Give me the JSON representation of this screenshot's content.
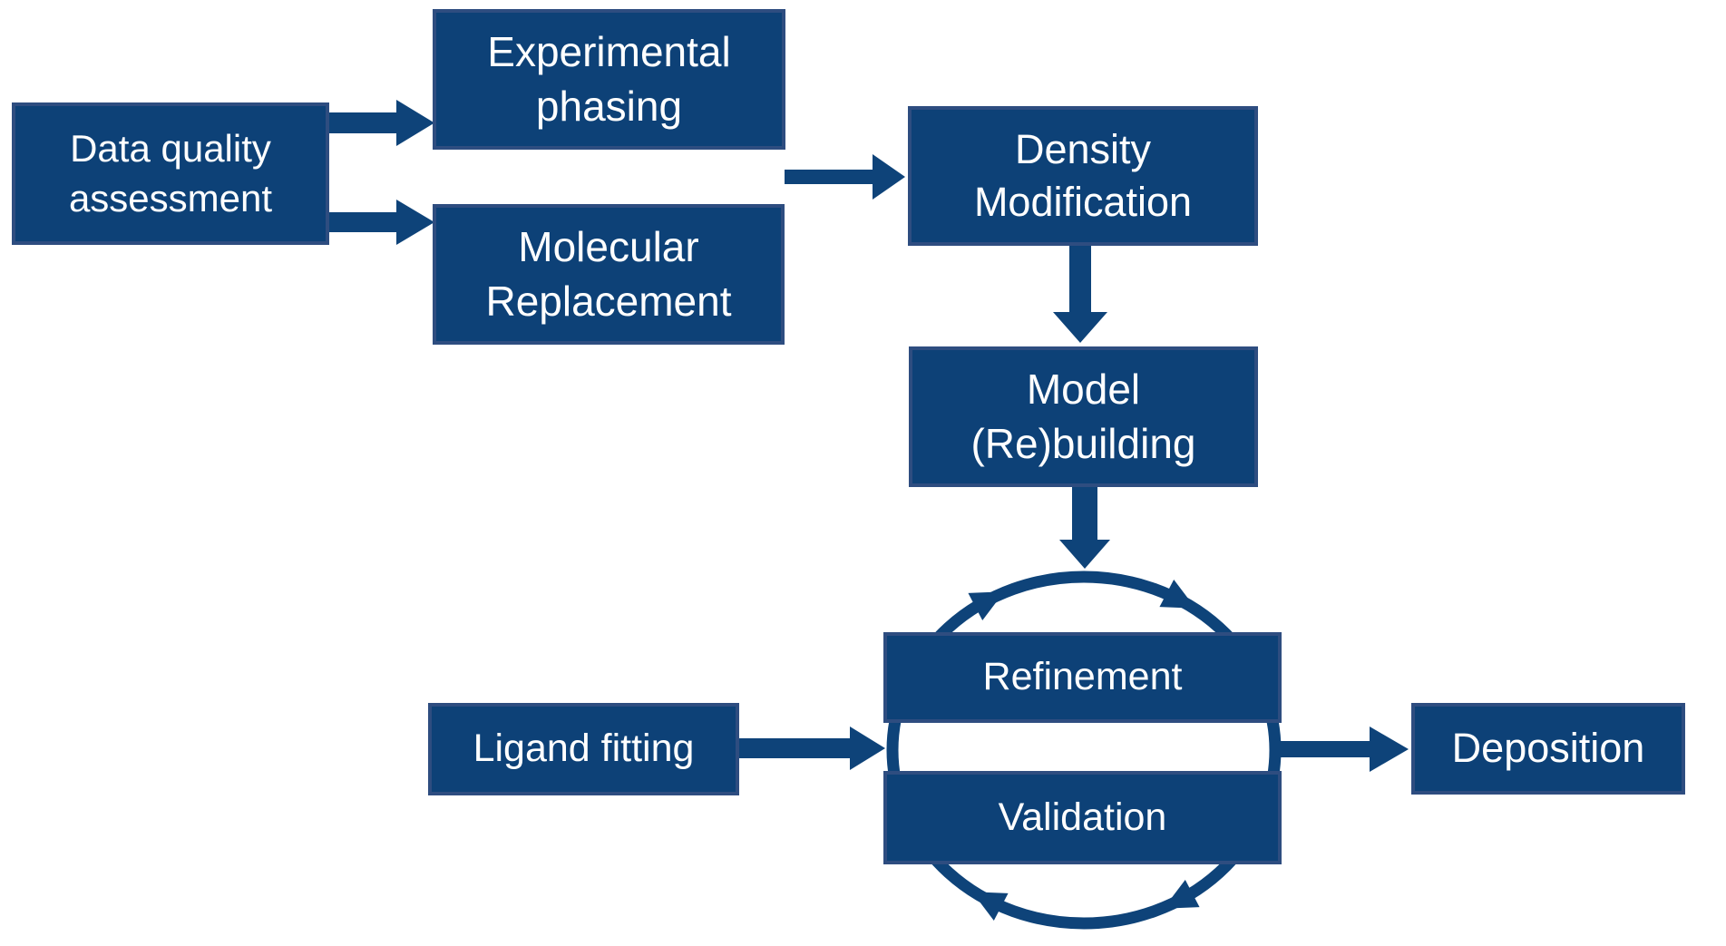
{
  "colors": {
    "accent": "#0e4379",
    "box_fill": "#0d4177",
    "box_border": "#2e4d80",
    "text": "#ffffff",
    "background": "#ffffff"
  },
  "diagram": {
    "nodes": {
      "data_quality": {
        "label": "Data quality assessment",
        "lines": [
          "Data quality",
          "assessment"
        ]
      },
      "experimental_phasing": {
        "label": "Experimental phasing",
        "lines": [
          "Experimental",
          "phasing"
        ]
      },
      "molecular_replacement": {
        "label": "Molecular Replacement",
        "lines": [
          "Molecular",
          "Replacement"
        ]
      },
      "density_modification": {
        "label": "Density Modification",
        "lines": [
          "Density",
          "Modification"
        ]
      },
      "model_rebuilding": {
        "label": "Model (Re)building",
        "lines": [
          "Model",
          "(Re)building"
        ]
      },
      "refinement": {
        "label": "Refinement",
        "lines": [
          "Refinement"
        ]
      },
      "validation": {
        "label": "Validation",
        "lines": [
          "Validation"
        ]
      },
      "ligand_fitting": {
        "label": "Ligand fitting",
        "lines": [
          "Ligand fitting"
        ]
      },
      "deposition": {
        "label": "Deposition",
        "lines": [
          "Deposition"
        ]
      }
    },
    "edges": [
      {
        "from": "data_quality",
        "to": "experimental_phasing",
        "type": "block-arrow"
      },
      {
        "from": "data_quality",
        "to": "molecular_replacement",
        "type": "block-arrow"
      },
      {
        "from": "experimental_phasing / molecular_replacement",
        "to": "density_modification",
        "type": "block-arrow"
      },
      {
        "from": "density_modification",
        "to": "model_rebuilding",
        "type": "block-arrow"
      },
      {
        "from": "model_rebuilding",
        "to": "refinement_validation_cycle",
        "type": "block-arrow"
      },
      {
        "from": "ligand_fitting",
        "to": "refinement_validation_cycle",
        "type": "block-arrow"
      },
      {
        "from": "refinement_validation_cycle",
        "to": "deposition",
        "type": "block-arrow"
      }
    ],
    "cycle": {
      "members": [
        "refinement",
        "validation"
      ],
      "shape": "circular ring around both boxes",
      "direction": "clockwise",
      "arrowhead_count": 4
    }
  }
}
